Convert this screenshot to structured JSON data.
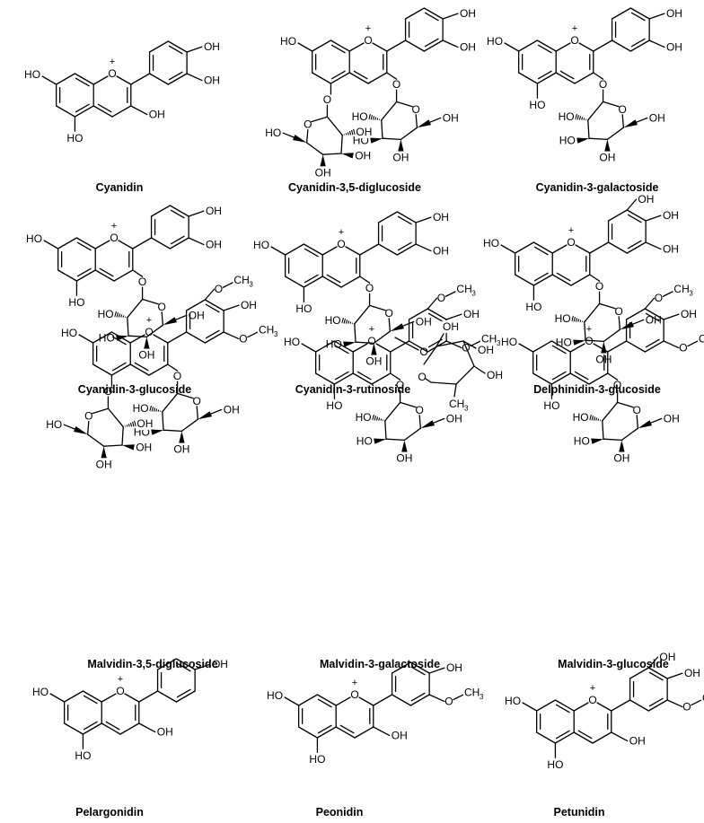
{
  "atoms": {
    "oxygen": "O",
    "hydroxyl": "OH",
    "hydroxyl_left": "HO",
    "methoxy_tail": "CH",
    "methyl_sub": "3",
    "plus": "+"
  },
  "compounds": [
    {
      "name": "Cyanidin"
    },
    {
      "name": "Cyanidin-3,5-diglucoside"
    },
    {
      "name": "Cyanidin-3-galactoside"
    },
    {
      "name": "Cyanidin-3-glucoside"
    },
    {
      "name": "Cyanidin-3-rutinoside"
    },
    {
      "name": "Delphinidin-3-glucoside"
    },
    {
      "name": "Malvidin-3,5-diglucoside"
    },
    {
      "name": "Malvidin-3-galactoside"
    },
    {
      "name": "Malvidin-3-glucoside"
    },
    {
      "name": "Pelargonidin"
    },
    {
      "name": "Peonidin"
    },
    {
      "name": "Petunidin"
    }
  ]
}
